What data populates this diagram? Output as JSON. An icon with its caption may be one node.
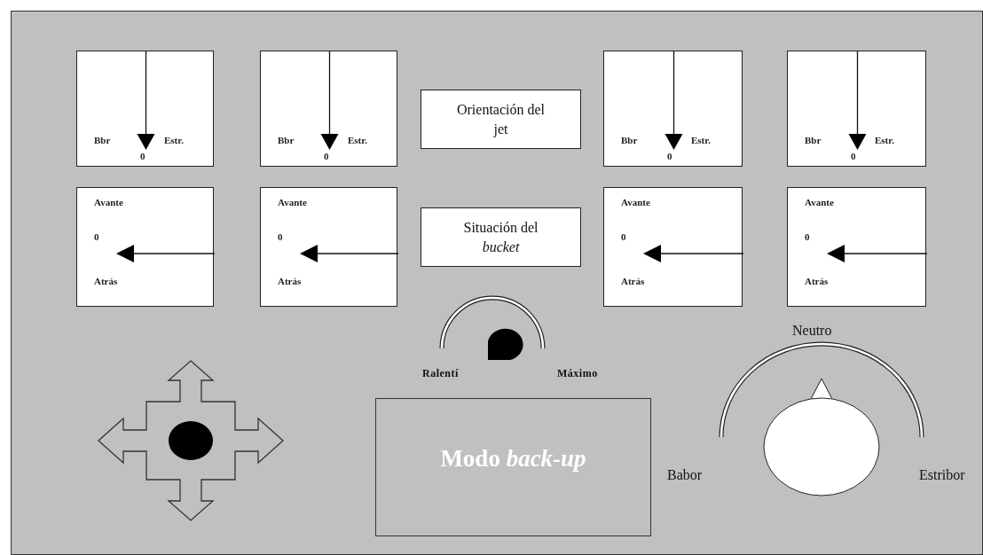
{
  "diagram": {
    "nodes": [
      {
        "text": [
          "Bbr",
          "Estr.",
          "0"
        ]
      },
      {
        "text": [
          "Bbr",
          "Estr.",
          "0"
        ]
      },
      {
        "text": [
          "Orientación del jet"
        ]
      },
      {
        "text": [
          "Bbr",
          "Estr.",
          "0"
        ]
      },
      {
        "text": [
          "Bbr",
          "Estr.",
          "0"
        ]
      },
      {
        "text": [
          "Avante",
          "0",
          "Atrás"
        ]
      },
      {
        "text": [
          "Avante",
          "0",
          "Atrás"
        ]
      },
      {
        "text": [
          "Situación del *bucket*"
        ]
      },
      {
        "text": [
          "Avante",
          "0",
          "Atrás"
        ]
      },
      {
        "text": [
          "Avante",
          "0",
          "Atrás"
        ]
      },
      {
        "text": [
          "Modo *back-up*"
        ]
      }
    ],
    "labels": [
      "Neutro",
      "Ralentí",
      "Máximo",
      "Babor",
      "Estribor"
    ]
  }
}
